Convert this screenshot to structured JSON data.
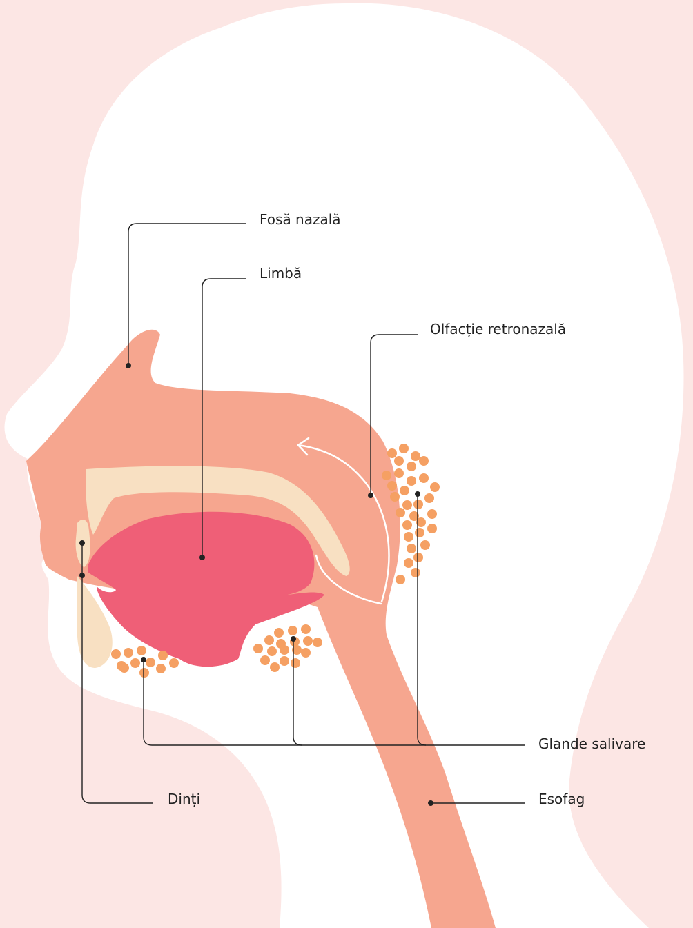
{
  "labels": {
    "nasal_cavity": "Fosă nazală",
    "tongue": "Limbă",
    "retronasal": "Olfacție retronazală",
    "salivary": "Glande salivare",
    "teeth": "Dinți",
    "esophagus": "Esofag"
  },
  "colors": {
    "background": "#fce6e4",
    "head": "#ffffff",
    "tract": "#f6a68f",
    "palate": "#f8e0c2",
    "tongue": "#ef5f77",
    "gland": "#f5a063",
    "leader": "#222222"
  }
}
